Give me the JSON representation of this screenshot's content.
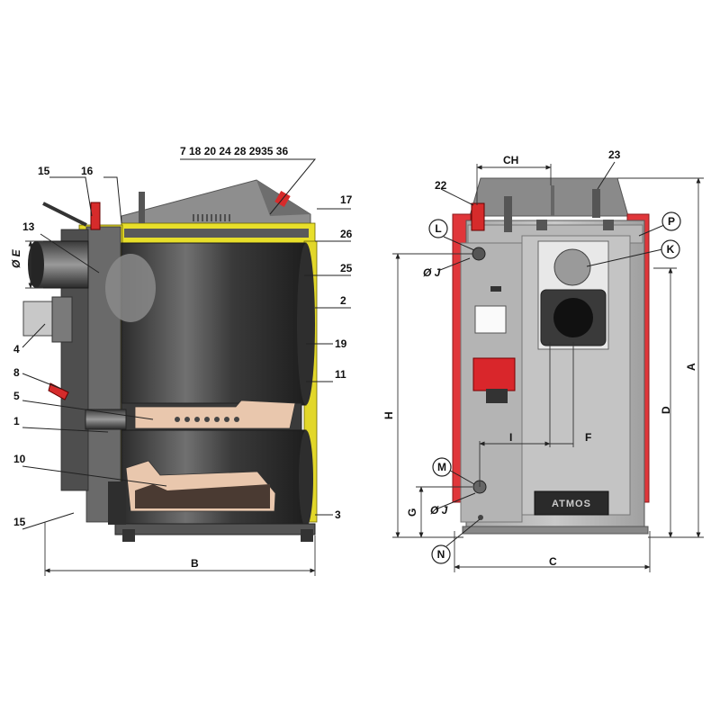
{
  "side_view": {
    "top_label": "7 18 20 24 28 2935 36",
    "callouts": [
      "15",
      "16",
      "17",
      "13",
      "26",
      "25",
      "2",
      "4",
      "19",
      "8",
      "11",
      "5",
      "1",
      "10",
      "15",
      "3"
    ],
    "dims": {
      "E": "E",
      "phi": "Ø",
      "B": "B"
    }
  },
  "rear_view": {
    "brand": "ATMOS",
    "callouts": {
      "CH": "CH",
      "22": "22",
      "23": "23"
    },
    "circle_labels": {
      "L": "L",
      "P": "P",
      "K": "K",
      "M": "M",
      "N": "N"
    },
    "dims": {
      "J_top": "Ø J",
      "J_bottom": "Ø J",
      "I": "I",
      "F": "F",
      "H": "H",
      "G": "G",
      "D": "D",
      "A": "A",
      "C": "C"
    }
  },
  "colors": {
    "steel_dark": "#4a4a4a",
    "steel_mid": "#9a9a9a",
    "steel_light": "#c8c8c8",
    "insulation": "#e8df2a",
    "refractory": "#e9c7ad",
    "side_panel": "#e0363a",
    "controller": "#d9262b"
  }
}
